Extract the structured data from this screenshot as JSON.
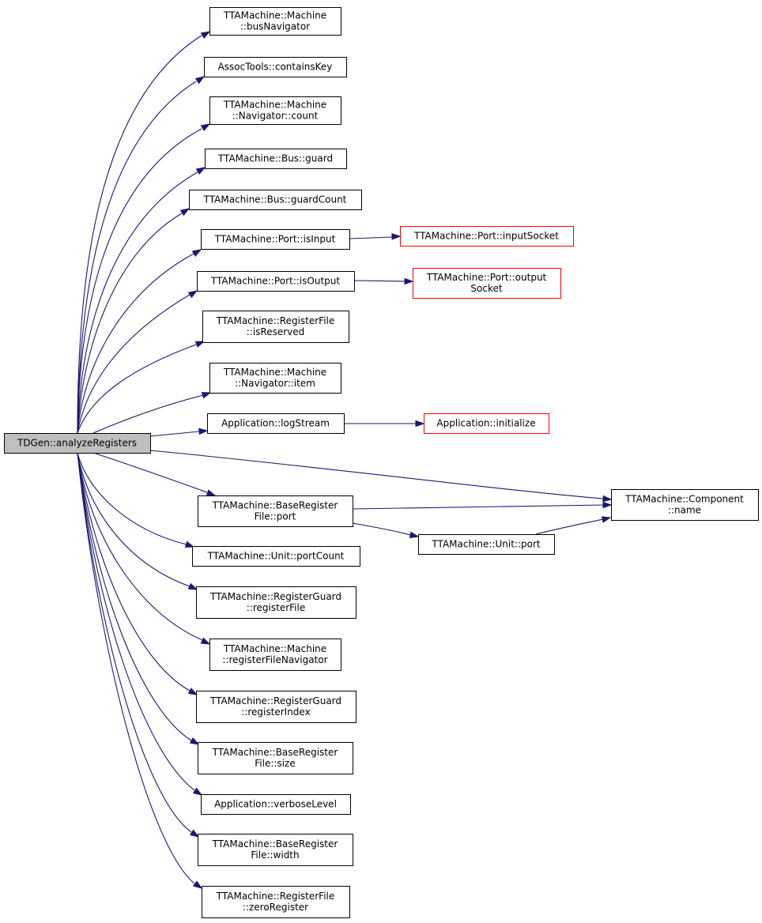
{
  "colors": {
    "edge": "#191970",
    "node_border": "#000000",
    "node_border_truncated": "#ff0000",
    "root_fill": "#bfbfbf",
    "node_fill": "#ffffff"
  },
  "graph": {
    "nodes": [
      {
        "id": "root",
        "lines": [
          "TDGen::analyzeRegisters"
        ],
        "kind": "root"
      },
      {
        "id": "busNavigator",
        "lines": [
          "TTAMachine::Machine",
          "::busNavigator"
        ],
        "kind": "normal"
      },
      {
        "id": "containsKey",
        "lines": [
          "AssocTools::containsKey"
        ],
        "kind": "normal"
      },
      {
        "id": "navCount",
        "lines": [
          "TTAMachine::Machine",
          "::Navigator::count"
        ],
        "kind": "normal"
      },
      {
        "id": "guard",
        "lines": [
          "TTAMachine::Bus::guard"
        ],
        "kind": "normal"
      },
      {
        "id": "guardCount",
        "lines": [
          "TTAMachine::Bus::guardCount"
        ],
        "kind": "normal"
      },
      {
        "id": "isInput",
        "lines": [
          "TTAMachine::Port::isInput"
        ],
        "kind": "normal"
      },
      {
        "id": "inputSocket",
        "lines": [
          "TTAMachine::Port::inputSocket"
        ],
        "kind": "truncated"
      },
      {
        "id": "isOutput",
        "lines": [
          "TTAMachine::Port::isOutput"
        ],
        "kind": "normal"
      },
      {
        "id": "outputSocket",
        "lines": [
          "TTAMachine::Port::output",
          "Socket"
        ],
        "kind": "truncated"
      },
      {
        "id": "isReserved",
        "lines": [
          "TTAMachine::RegisterFile",
          "::isReserved"
        ],
        "kind": "normal"
      },
      {
        "id": "navItem",
        "lines": [
          "TTAMachine::Machine",
          "::Navigator::item"
        ],
        "kind": "normal"
      },
      {
        "id": "logStream",
        "lines": [
          "Application::logStream"
        ],
        "kind": "normal"
      },
      {
        "id": "initialize",
        "lines": [
          "Application::initialize"
        ],
        "kind": "truncated"
      },
      {
        "id": "compName",
        "lines": [
          "TTAMachine::Component",
          "::name"
        ],
        "kind": "normal"
      },
      {
        "id": "brfPort",
        "lines": [
          "TTAMachine::BaseRegister",
          "File::port"
        ],
        "kind": "normal"
      },
      {
        "id": "unitPort",
        "lines": [
          "TTAMachine::Unit::port"
        ],
        "kind": "normal"
      },
      {
        "id": "portCount",
        "lines": [
          "TTAMachine::Unit::portCount"
        ],
        "kind": "normal"
      },
      {
        "id": "rgRegisterFile",
        "lines": [
          "TTAMachine::RegisterGuard",
          "::registerFile"
        ],
        "kind": "normal"
      },
      {
        "id": "rfNavigator",
        "lines": [
          "TTAMachine::Machine",
          "::registerFileNavigator"
        ],
        "kind": "normal"
      },
      {
        "id": "rgRegisterIndex",
        "lines": [
          "TTAMachine::RegisterGuard",
          "::registerIndex"
        ],
        "kind": "normal"
      },
      {
        "id": "brfSize",
        "lines": [
          "TTAMachine::BaseRegister",
          "File::size"
        ],
        "kind": "normal"
      },
      {
        "id": "verboseLevel",
        "lines": [
          "Application::verboseLevel"
        ],
        "kind": "normal"
      },
      {
        "id": "brfWidth",
        "lines": [
          "TTAMachine::BaseRegister",
          "File::width"
        ],
        "kind": "normal"
      },
      {
        "id": "zeroRegister",
        "lines": [
          "TTAMachine::RegisterFile",
          "::zeroRegister"
        ],
        "kind": "normal"
      }
    ],
    "edges": [
      {
        "from": "root",
        "to": "busNavigator"
      },
      {
        "from": "root",
        "to": "containsKey"
      },
      {
        "from": "root",
        "to": "navCount"
      },
      {
        "from": "root",
        "to": "guard"
      },
      {
        "from": "root",
        "to": "guardCount"
      },
      {
        "from": "root",
        "to": "isInput"
      },
      {
        "from": "root",
        "to": "isOutput"
      },
      {
        "from": "root",
        "to": "isReserved"
      },
      {
        "from": "root",
        "to": "navItem"
      },
      {
        "from": "root",
        "to": "logStream"
      },
      {
        "from": "root",
        "to": "compName"
      },
      {
        "from": "root",
        "to": "brfPort"
      },
      {
        "from": "root",
        "to": "portCount"
      },
      {
        "from": "root",
        "to": "rgRegisterFile"
      },
      {
        "from": "root",
        "to": "rfNavigator"
      },
      {
        "from": "root",
        "to": "rgRegisterIndex"
      },
      {
        "from": "root",
        "to": "brfSize"
      },
      {
        "from": "root",
        "to": "verboseLevel"
      },
      {
        "from": "root",
        "to": "brfWidth"
      },
      {
        "from": "root",
        "to": "zeroRegister"
      },
      {
        "from": "isInput",
        "to": "inputSocket"
      },
      {
        "from": "isOutput",
        "to": "outputSocket"
      },
      {
        "from": "logStream",
        "to": "initialize"
      },
      {
        "from": "brfPort",
        "to": "compName"
      },
      {
        "from": "brfPort",
        "to": "unitPort"
      },
      {
        "from": "unitPort",
        "to": "compName"
      }
    ]
  }
}
